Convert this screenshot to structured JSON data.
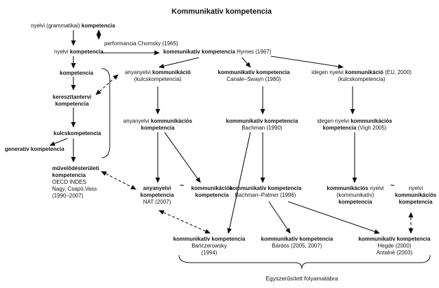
{
  "title": "Kommunikatív kompetencia",
  "caption": "Egyszerűsített folyamatábra",
  "tilde": "~",
  "nodes": {
    "nyelvi_gram": {
      "plain": "nyelvi (grammatikai) ",
      "bold": "kompetencia"
    },
    "performancia": "performancia Chomsky (1965)",
    "nyelvi_komp": {
      "plain": "nyelvi ",
      "bold": "kompetencia"
    },
    "kommunikativ_hymes": {
      "bold": "kommunikatív kompetencia",
      "plain": " Hymes (1967)"
    },
    "kompetencia": "kompetencia",
    "anyanyelvi_kom": {
      "plain": "anyanyelvi ",
      "bold": "kommunikáció",
      "line2": "(kulcskompetencia)"
    },
    "canale_swayn": {
      "bold": "kommunikatív kompetencia",
      "line2": "Canale–Swayn (1980)"
    },
    "idegen_nyelvi_kom": {
      "plain1": "idegen nyelvi ",
      "bold": "kommunikáció",
      "plain2": " (EU, 2000)",
      "line2": "(kulcskompetencia)"
    },
    "kereszttantervi": {
      "line1": "kereszttantervi",
      "line2": "kompetencia"
    },
    "anyanyelvi_komkomp": {
      "plain": "anyanyelvi ",
      "bold1": "kommunikációs",
      "bold2": "kompetencia"
    },
    "bachman": {
      "bold": "kommunikatív kompetencia",
      "line2": "Bachman (1990)"
    },
    "idegen_komkomp": {
      "plain": "idegen nyelvi ",
      "bold1": "kommunikációs",
      "bold2": "kompetencia",
      "plain2": " (Vígh 2005)"
    },
    "kulcskompetencia": "kulcskompetencia",
    "generativ": {
      "bold": "generatív kompetencia"
    },
    "muvelodes": {
      "line1": "művelődésterületi",
      "line2": "kompetencia",
      "line3": "OECD INDES",
      "line4": "Nagy, Csapó,Vass",
      "line5": "(1990–2007)"
    },
    "anyanyelvi_nat": {
      "line1": "anyanyelvi",
      "line2": "kompetencia",
      "line3": "NAT (2007)"
    },
    "kommunikacios_komp": {
      "line1": "kommunikációs",
      "line2": "kompetencia"
    },
    "bachman_palmer": {
      "bold": "kommunikatív kompetencia",
      "line2": "Bachman–Palmer (1996)"
    },
    "kommunikacios_nyelvi": {
      "bold1": "kommunikációs",
      "plain1": " nyelvi",
      "line2": "(kommunikatív)",
      "line3": "kompetencia"
    },
    "nyelvi_komm_right": {
      "line1": "nyelvi",
      "line2": "kommunikációs",
      "line3": "kompetencia"
    },
    "banczerowsky": {
      "bold": "kommunikatív kompetencia",
      "line2": "Bańczerowsky",
      "line3": "(1994)"
    },
    "bardos": {
      "bold": "kommunikatív kompetencia",
      "line2": "Bárdos (2005, 2007)"
    },
    "hegde": {
      "bold": "kommunikatív kompetencia",
      "line2": "Hegde (2000)",
      "line3": "Antalné (2003)"
    }
  }
}
